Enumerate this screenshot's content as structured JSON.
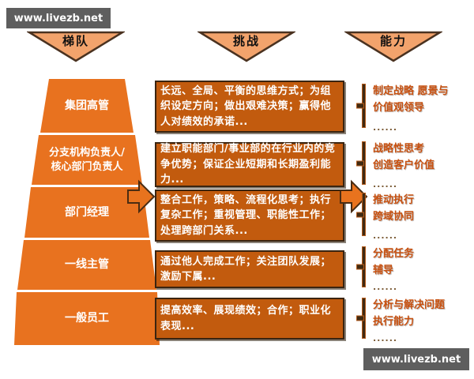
{
  "watermark_top": "www.livezb.net",
  "watermark_bottom": "www.livezb.net",
  "headers": {
    "tiers": "梯队",
    "challenges": "挑战",
    "capabilities": "能力"
  },
  "pyramid": {
    "levels": [
      {
        "label": "集团高管"
      },
      {
        "label": "分支机构负责人/\n核心部门负责人"
      },
      {
        "label": "部门经理"
      },
      {
        "label": "一线主管"
      },
      {
        "label": "一般员工"
      }
    ]
  },
  "challenges": [
    {
      "text": "长远、全局、平衡的思维方式；为组织设定方向；做出艰难决策；赢得他人对绩效的承诺..."
    },
    {
      "text": "建立职能部门/事业部的在行业内的竞争优势；保证企业短期和长期盈利能力..."
    },
    {
      "text": "整合工作，策略、流程化思考；执行复杂工作；重视管理、职能性工作；处理跨部门关系..."
    },
    {
      "text": "通过他人完成工作；关注团队发展；  激励下属..."
    },
    {
      "text": "提高效率、展现绩效；合作；职业化表现..."
    }
  ],
  "capabilities": [
    {
      "text": "制定战略 愿景与\n价值观领导",
      "dots": "......"
    },
    {
      "text": "战略性思考\n创造客户价值",
      "dots": "......"
    },
    {
      "text": "推动执行\n跨域协同",
      "dots": "......"
    },
    {
      "text": "分配任务\n辅导",
      "dots": "......"
    },
    {
      "text": "分析与解决问题\n执行能力",
      "dots": "......"
    }
  ],
  "colors": {
    "pyramid": "#E8721F",
    "chalbox": "#C25B0E",
    "tri": "#F2A36C",
    "captext": "#C8500F",
    "wm": "#5E5E5E",
    "arrow": "#E8731E",
    "outline": "#3A2410"
  }
}
